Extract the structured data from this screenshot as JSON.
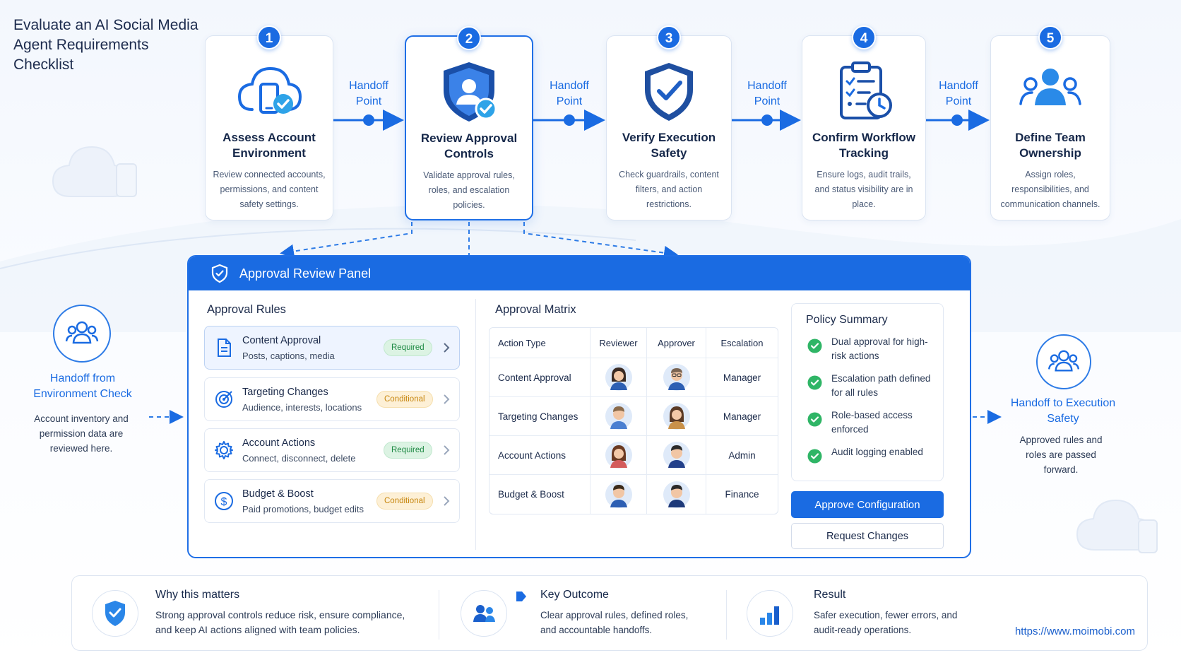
{
  "title": "Evaluate an AI Social Media Agent Requirements Checklist",
  "steps": [
    {
      "num": "1",
      "title": "Assess Account Environment",
      "desc": "Review connected accounts, permissions, and content safety settings.",
      "icon": "cloud-device-icon"
    },
    {
      "num": "2",
      "title": "Review Approval Controls",
      "desc": "Validate approval rules, roles, and escalation policies.",
      "icon": "shield-user-icon"
    },
    {
      "num": "3",
      "title": "Verify Execution Safety",
      "desc": "Check guardrails, content filters, and action restrictions.",
      "icon": "shield-check-icon"
    },
    {
      "num": "4",
      "title": "Confirm Workflow Tracking",
      "desc": "Ensure logs, audit trails, and status visibility are in place.",
      "icon": "clipboard-clock-icon"
    },
    {
      "num": "5",
      "title": "Define Team Ownership",
      "desc": "Assign roles, responsibilities, and communication channels.",
      "icon": "team-icon"
    }
  ],
  "handoff_label": "Handoff Point",
  "panel": {
    "title": "Approval Review Panel",
    "rules_title": "Approval Rules",
    "rules": [
      {
        "name": "Content Approval",
        "sub": "Posts, captions, media",
        "badge": "Required"
      },
      {
        "name": "Targeting Changes",
        "sub": "Audience, interests, locations",
        "badge": "Conditional"
      },
      {
        "name": "Account Actions",
        "sub": "Connect, disconnect, delete",
        "badge": "Required"
      },
      {
        "name": "Budget & Boost",
        "sub": "Paid promotions, budget edits",
        "badge": "Conditional"
      }
    ],
    "matrix_title": "Approval Matrix",
    "matrix_headers": [
      "Action Type",
      "Reviewer",
      "Approver",
      "Escalation"
    ],
    "matrix_rows": [
      {
        "action": "Content Approval",
        "escalation": "Manager"
      },
      {
        "action": "Targeting Changes",
        "escalation": "Manager"
      },
      {
        "action": "Account Actions",
        "escalation": "Admin"
      },
      {
        "action": "Budget & Boost",
        "escalation": "Finance"
      }
    ],
    "policy_title": "Policy Summary",
    "policy_items": [
      "Dual approval for high-risk actions",
      "Escalation path defined for all rules",
      "Role-based access enforced",
      "Audit logging enabled"
    ],
    "approve_label": "Approve Configuration",
    "request_label": "Request Changes"
  },
  "left_handoff": {
    "title": "Handoff from Environment Check",
    "desc": "Account inventory and permission data are reviewed here."
  },
  "right_handoff": {
    "title": "Handoff to Execution Safety",
    "desc": "Approved rules and roles are passed forward."
  },
  "footer": {
    "items": [
      {
        "title": "Why this matters",
        "desc": "Strong approval controls reduce risk, ensure compliance, and keep AI actions aligned with team policies."
      },
      {
        "title": "Key Outcome",
        "desc": "Clear approval rules, defined roles, and accountable handoffs."
      },
      {
        "title": "Result",
        "desc": "Safer execution, fewer errors, and audit-ready operations."
      }
    ],
    "url": "https://www.moimobi.com"
  },
  "colors": {
    "accent": "#1a6be2",
    "required": "#1f8a44",
    "conditional": "#c7860e"
  }
}
